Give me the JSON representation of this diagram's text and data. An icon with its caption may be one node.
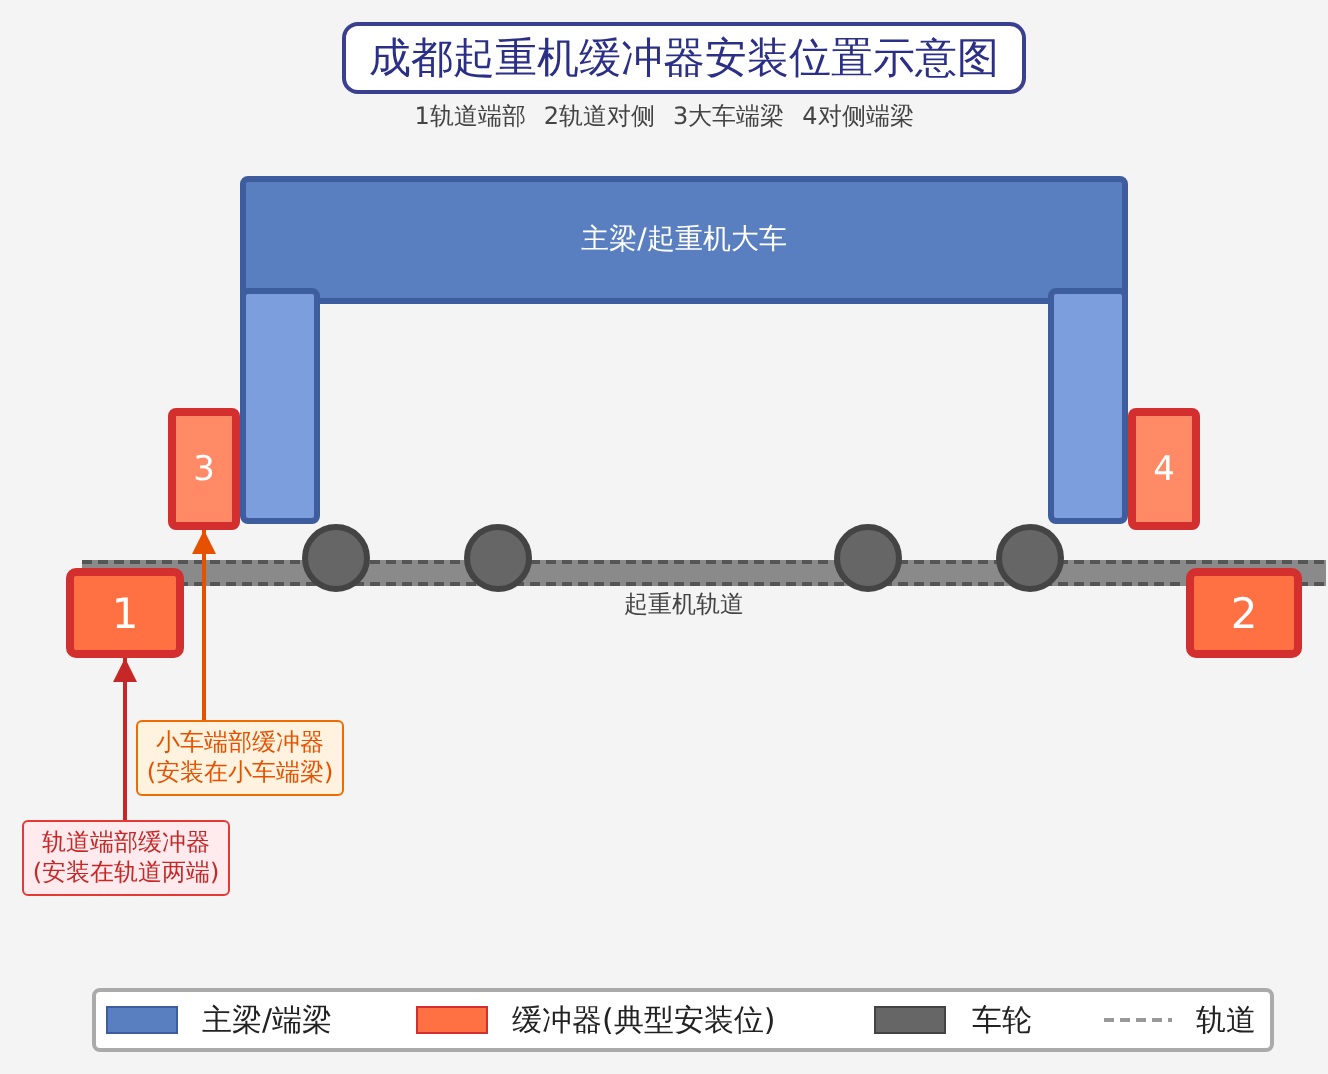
{
  "diagram": {
    "title": "成都起重机缓冲器安装位置示意图",
    "nodes": [
      {
        "text": [
          "主梁/起重机大车"
        ]
      },
      {
        "text": [],
        "shape": "box"
      },
      {
        "text": [],
        "shape": "box"
      },
      {
        "text": [
          "3"
        ]
      },
      {
        "text": [
          "4"
        ]
      },
      {
        "text": [
          "1"
        ]
      },
      {
        "text": [
          "2"
        ]
      },
      {
        "text": [
          "小车端部缓冲器(安装在小车端梁)"
        ]
      },
      {
        "text": [
          "轨道端部缓冲器(安装在轨道两端)"
        ]
      }
    ],
    "edges": [
      {
        "from": 7,
        "to": 3,
        "arrow": "to",
        "color": "#e65100"
      },
      {
        "from": 8,
        "to": 5,
        "arrow": "to",
        "color": "#c62828"
      }
    ],
    "labels": [
      "1轨道端部",
      "2轨道对侧",
      "3大车端梁",
      "4对侧端梁",
      "起重机轨道"
    ],
    "legend": [
      {
        "text": "主梁/端梁",
        "color": "#5a7fc1"
      },
      {
        "text": "缓冲器(典型安装位)",
        "color": "#ff7043"
      },
      {
        "text": "车轮",
        "color": "#666666"
      },
      {
        "text": "轨道"
      }
    ]
  }
}
